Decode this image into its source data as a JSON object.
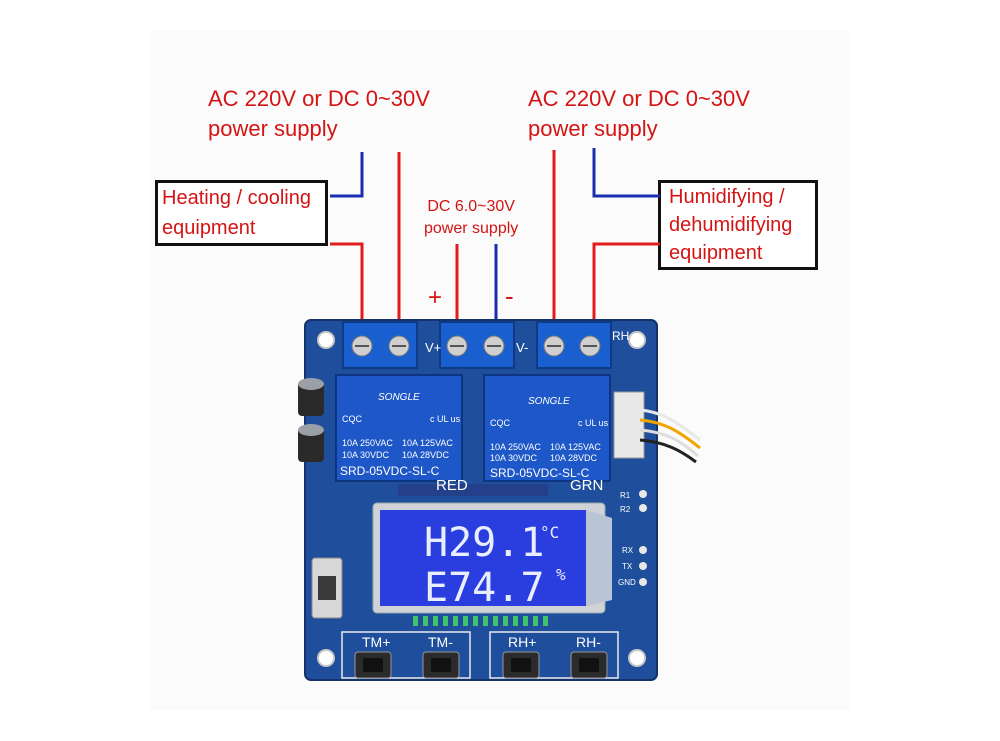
{
  "labels": {
    "left_supply_line1": "AC 220V or DC 0~30V",
    "left_supply_line2": "power supply",
    "right_supply_line1": "AC 220V or DC 0~30V",
    "right_supply_line2": "power supply",
    "dc_supply_line1": "DC 6.0~30V",
    "dc_supply_line2": "power supply",
    "plus": "+",
    "minus": "-",
    "heating_line1": "Heating / cooling",
    "heating_line2": "equipment",
    "humid_line1": "Humidifying /",
    "humid_line2": "dehumidifying",
    "humid_line3": "equipment"
  },
  "board": {
    "relay_brand": "SONGLE",
    "relay_model": "SRD-05VDC-SL-C",
    "relay_rating_left": "10A 250VAC",
    "relay_rating_left2": "10A  30VDC",
    "relay_rating_right": "10A 125VAC",
    "relay_rating_right2": "10A  28VDC",
    "relay_ul": "c UL us",
    "relay_cqc": "CQC",
    "silk_red": "RED",
    "silk_grn": "GRN",
    "silk_v_plus": "V+",
    "silk_v_minus": "V-",
    "silk_rh": "RH",
    "silk_r1": "R1",
    "silk_r2": "R2",
    "silk_rx": "RX",
    "silk_tx": "TX",
    "silk_gnd": "GND",
    "button_tm_plus": "TM+",
    "button_tm_minus": "TM-",
    "button_rh_plus": "RH+",
    "button_rh_minus": "RH-"
  },
  "display": {
    "line1": "H29.1",
    "line1_unit": "°C",
    "line2": "E74.7",
    "line2_unit": "%"
  },
  "colors": {
    "wire_red": "#e01b1b",
    "wire_blue": "#1a2fb0",
    "label_red": "#d41414",
    "pcb": "#1f4f9c",
    "lcd": "#2a3ee0"
  }
}
